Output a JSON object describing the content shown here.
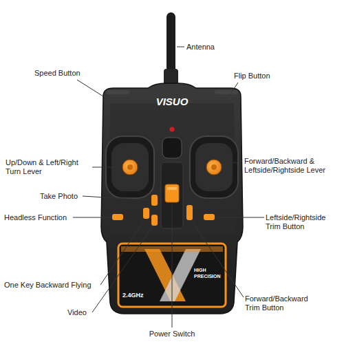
{
  "diagram": {
    "labels": [
      "Antenna",
      "Speed Button",
      "Flip Button",
      "VISUO",
      "Up/Down & Left/Right Turn Lever",
      "Forward/Backward & Leftside/Rightside Lever",
      "Take Photo",
      "Headless Function",
      "Leftside/Rightside Trim Button",
      "2.4GHz",
      "HIGH PRECISION",
      "One Key Backward Flying",
      "Forward/Backward Trim Button",
      "Video",
      "Power Switch"
    ]
  }
}
